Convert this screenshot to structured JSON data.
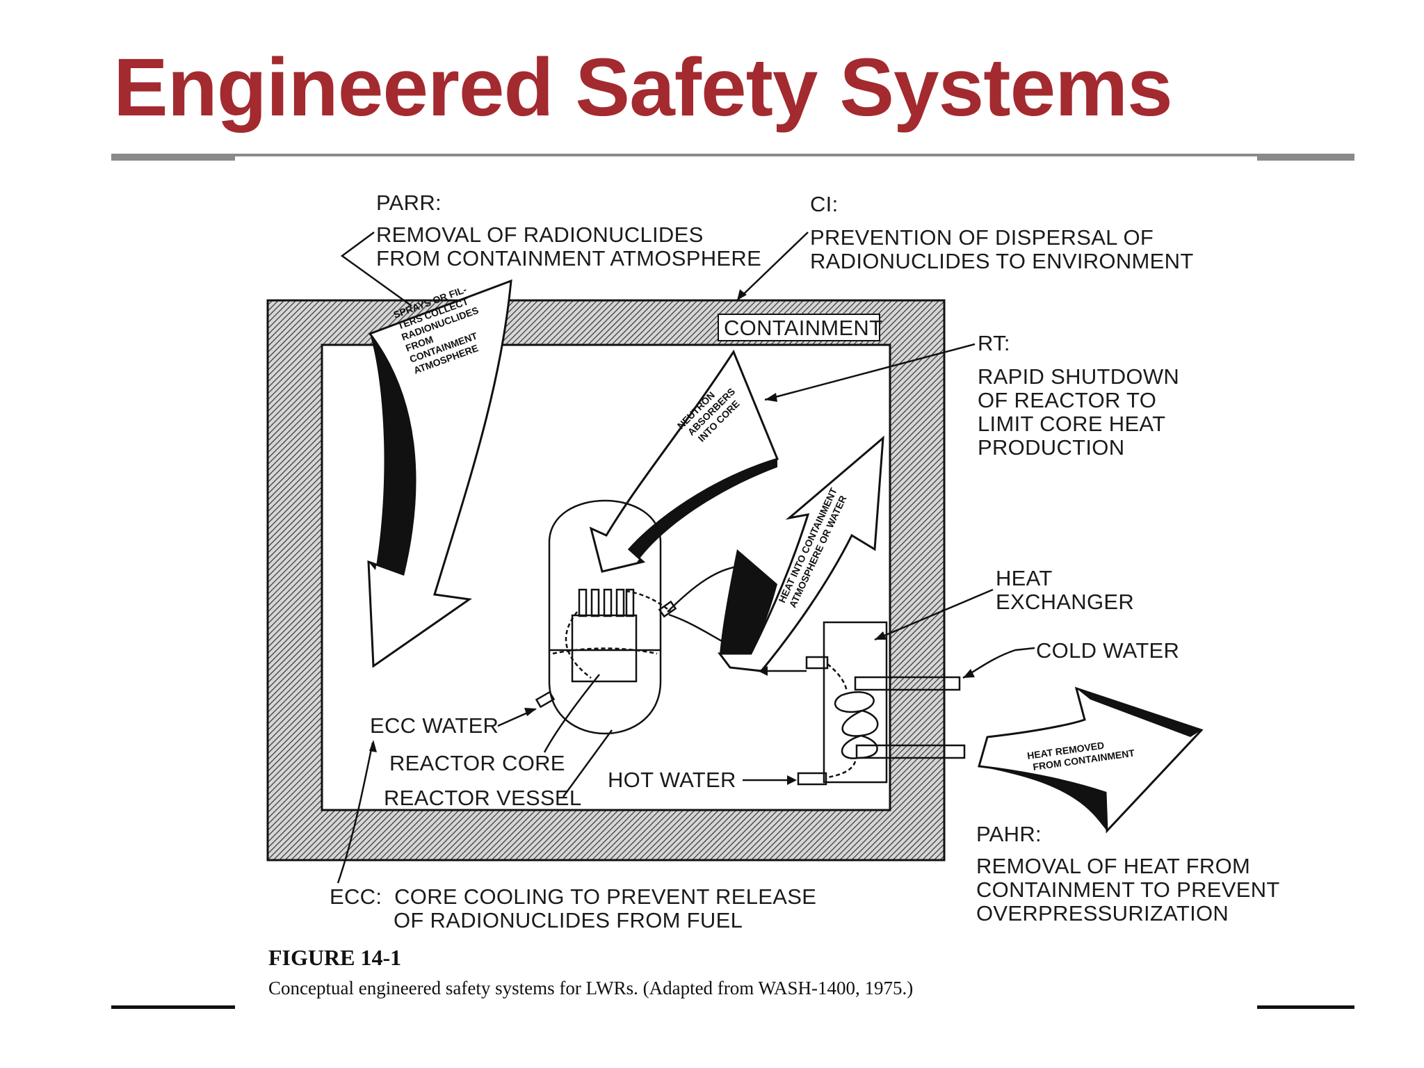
{
  "slide": {
    "title": "Engineered Safety Systems"
  },
  "colors": {
    "title": "#a32a2f",
    "rule_top": "#8a8a8a",
    "rule_bottom": "#111111",
    "ink": "#111111"
  },
  "diagram": {
    "parr": {
      "code": "PARR:",
      "line1": "REMOVAL OF RADIONUCLIDES",
      "line2": "FROM CONTAINMENT ATMOSPHERE"
    },
    "ci": {
      "code": "CI:",
      "line1": "PREVENTION OF DISPERSAL OF",
      "line2": "RADIONUCLIDES TO ENVIRONMENT"
    },
    "containment_label": "CONTAINMENT",
    "rt": {
      "code": "RT:",
      "line1": "RAPID SHUTDOWN",
      "line2": "OF REACTOR TO",
      "line3": "LIMIT CORE HEAT",
      "line4": "PRODUCTION"
    },
    "heat_exchanger": {
      "line1": "HEAT",
      "line2": "EXCHANGER"
    },
    "cold_water": "COLD WATER",
    "ecc_water": "ECC WATER",
    "reactor_core": "REACTOR CORE",
    "reactor_vessel": "REACTOR VESSEL",
    "hot_water": "HOT WATER",
    "pahr": {
      "code": "PAHR:",
      "line1": "REMOVAL OF HEAT FROM",
      "line2": "CONTAINMENT TO PREVENT",
      "line3": "OVERPRESSURIZATION"
    },
    "ecc": {
      "line1": "ECC:  CORE COOLING TO PREVENT RELEASE",
      "line2": "OF RADIONUCLIDES FROM FUEL"
    },
    "arrows": {
      "sprays": [
        "SPRAYS OR FIL-",
        "TERS COLLECT",
        "RADIONUCLIDES",
        "FROM",
        "CONTAINMENT",
        "ATMOSPHERE"
      ],
      "neutron": [
        "NEUTRON",
        "ABSORBERS",
        "INTO CORE"
      ],
      "heat_into": [
        "HEAT INTO CONTAINMENT",
        "ATMOSPHERE OR WATER"
      ],
      "heat_removed": [
        "HEAT REMOVED",
        "FROM CONTAINMENT"
      ]
    }
  },
  "figure": {
    "number": "FIGURE 14-1",
    "caption": "Conceptual engineered safety systems for LWRs. (Adapted from WASH-1400, 1975.)"
  }
}
